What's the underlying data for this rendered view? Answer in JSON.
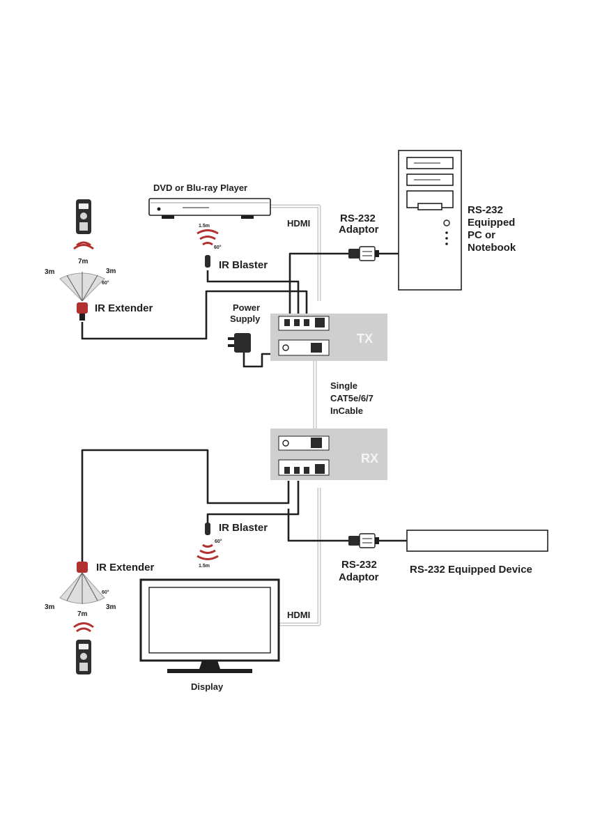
{
  "labels": {
    "dvd_player": "DVD or Blu-ray Player",
    "hdmi_top": "HDMI",
    "hdmi_bottom": "HDMI",
    "rs232_adaptor_top": [
      "RS-232",
      "Adaptor"
    ],
    "rs232_pc": [
      "RS-232",
      "Equipped",
      "PC or",
      "Notebook"
    ],
    "ir_blaster_top": "IR Blaster",
    "ir_blaster_bottom": "IR Blaster",
    "ir_extender_top": "IR Extender",
    "ir_extender_bottom": "IR Extender",
    "power_supply": [
      "Power",
      "Supply"
    ],
    "tx": "TX",
    "rx": "RX",
    "cable": [
      "Single",
      "CAT5e/6/7",
      "InCable"
    ],
    "rs232_adaptor_bottom": [
      "RS-232",
      "Adaptor"
    ],
    "rs232_device": "RS-232 Equipped Device",
    "display": "Display"
  },
  "measurements": {
    "blaster_range_top": "1.5m",
    "blaster_angle_top": "60°",
    "blaster_range_bottom": "1.5m",
    "blaster_angle_bottom": "60°",
    "extender_top_left": "3m",
    "extender_top_center": "7m",
    "extender_top_right": "3m",
    "extender_top_angle": "60°",
    "extender_bottom_left": "3m",
    "extender_bottom_center": "7m",
    "extender_bottom_right": "3m",
    "extender_bottom_angle": "60°"
  },
  "colors": {
    "ir_signal": "#b23030",
    "cable": "#1f1f1f",
    "hdmi_cable": "#c9c9c9",
    "unit_body": "#cfcfcf"
  }
}
